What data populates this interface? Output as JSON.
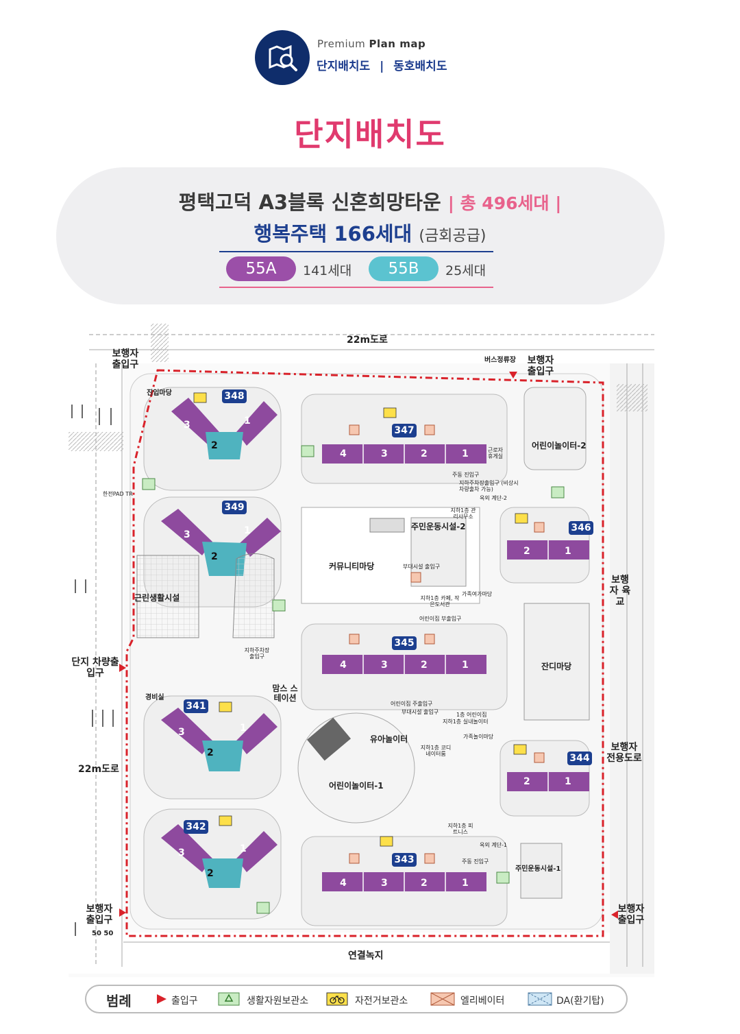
{
  "header": {
    "brand_premium": "Premium",
    "brand_planmap": "Plan map",
    "nav_left": "단지배치도",
    "nav_sep": "|",
    "nav_right": "동호배치도",
    "logo_icon": "map-search-icon"
  },
  "page_title": "단지배치도",
  "summary": {
    "complex_name": "평택고덕 A3블록 신혼희망타운",
    "total_units": "| 총 496세대 |",
    "happy_housing": "행복주택 166세대",
    "supply_type": "(금회공급)",
    "types": [
      {
        "label": "55A",
        "count": "141세대",
        "color": "#9b4fa8"
      },
      {
        "label": "55B",
        "count": "25세대",
        "color": "#5bc3d0"
      }
    ]
  },
  "map": {
    "roads": {
      "top": "22m도로",
      "left": "22m도로",
      "bottom": "연결녹지",
      "right_walk": "보행자 전용도로",
      "school": "보행자 육교"
    },
    "entrances": {
      "ped_top_left": "보행자 출입구",
      "ped_top_right": "보행자 출입구",
      "vehicle": "단지 차량출입구",
      "ped_bottom_left": "보행자 출입구",
      "ped_bottom_right": "보행자 출입구",
      "bus_stop": "버스정류장"
    },
    "buildings": [
      "348",
      "349",
      "341",
      "342",
      "347",
      "346",
      "345",
      "344",
      "343"
    ],
    "facilities": {
      "entry_yard": "진입마당",
      "neighborhood": "근린생활시설",
      "community_yard": "커뮤니티마당",
      "fitness2": "주민운동시설-2",
      "playground2": "어린이놀이터-2",
      "lawn": "잔디마당",
      "playground1": "어린이놀이터-1",
      "infant_play": "유아놀이터",
      "fitness1": "주민운동시설-1",
      "guard": "경비실",
      "moms_station": "맘스 스테이션",
      "family_yard": "가족여가마당",
      "family_play": "가족놀이마당",
      "worker_rest": "근로자 휴게실",
      "kepco": "한전PAD TR",
      "parking_entrance": "지하주차장 출입구",
      "main_entrance_top": "주동 진입구",
      "parking_entry_note": "지하주차장출입구 (비상시 차량출차 가능)",
      "stairs2": "옥외 계단-2",
      "stairs1": "옥외 계단-1",
      "mgmt_office": "지하1층 관리사무소",
      "aux_entrance": "부대시설 출입구",
      "cafe_library": "지하1층 카페, 작은도서관",
      "kids_aux_entrance": "어린이집 부출입구",
      "kids_main_entrance": "어린이집 주출입구",
      "aux_entrance2": "부대시설 출입구",
      "kindergarten": "1층 어린이집",
      "indoor_play": "지하1층 실내놀이터",
      "coordinator": "지하1층 코디네이터룸",
      "fitness_center": "지하1층 피트니스",
      "main_entrance_bottom": "주동 진입구"
    },
    "unit_numbers": [
      "1",
      "2",
      "3",
      "4"
    ],
    "road_marks": [
      "50",
      "50"
    ]
  },
  "legend": {
    "title": "범례",
    "items": [
      {
        "label": "출입구",
        "icon": "entrance-arrow-icon"
      },
      {
        "label": "생활자원보관소",
        "icon": "recycle-icon"
      },
      {
        "label": "자전거보관소",
        "icon": "bicycle-icon"
      },
      {
        "label": "엘리베이터",
        "icon": "elevator-icon"
      },
      {
        "label": "DA(환기탑)",
        "icon": "vent-icon"
      }
    ]
  },
  "colors": {
    "navy": "#0f2d6b",
    "pink": "#e03a6e",
    "type_a": "#9b4fa8",
    "type_b": "#5bc3d0",
    "boundary": "#d9222a"
  }
}
